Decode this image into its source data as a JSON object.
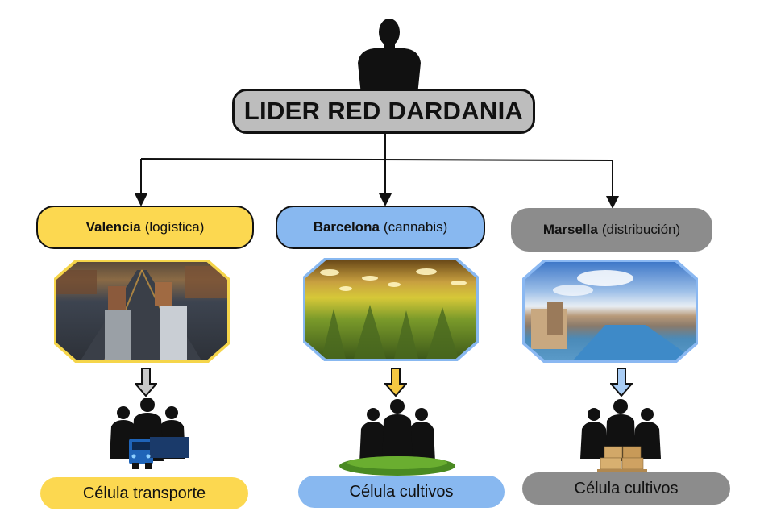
{
  "leader": {
    "title": "LIDER RED DARDANIA",
    "icon": "person-silhouette-icon",
    "fill_color": "#bdbdbd"
  },
  "branches": [
    {
      "city": "Valencia",
      "role": "(logística)",
      "color": "#fcd850",
      "photo": "highway-trucks-photo",
      "arrow_color": "#c8c8c8",
      "cell_icon": "group-with-truck-icon",
      "cell_label": "Célula transporte"
    },
    {
      "city": "Barcelona",
      "role": "(cannabis)",
      "color": "#88b8f0",
      "photo": "cannabis-grow-photo",
      "arrow_color": "#f5c842",
      "cell_icon": "group-on-grass-icon",
      "cell_label": "Célula cultivos"
    },
    {
      "city": "Marsella",
      "role": "(distribución)",
      "color": "#8c8c8c",
      "photo": "marseille-port-photo",
      "arrow_color": "#a9cdf5",
      "cell_icon": "group-with-boxes-icon",
      "cell_label": "Célula cultivos"
    }
  ]
}
